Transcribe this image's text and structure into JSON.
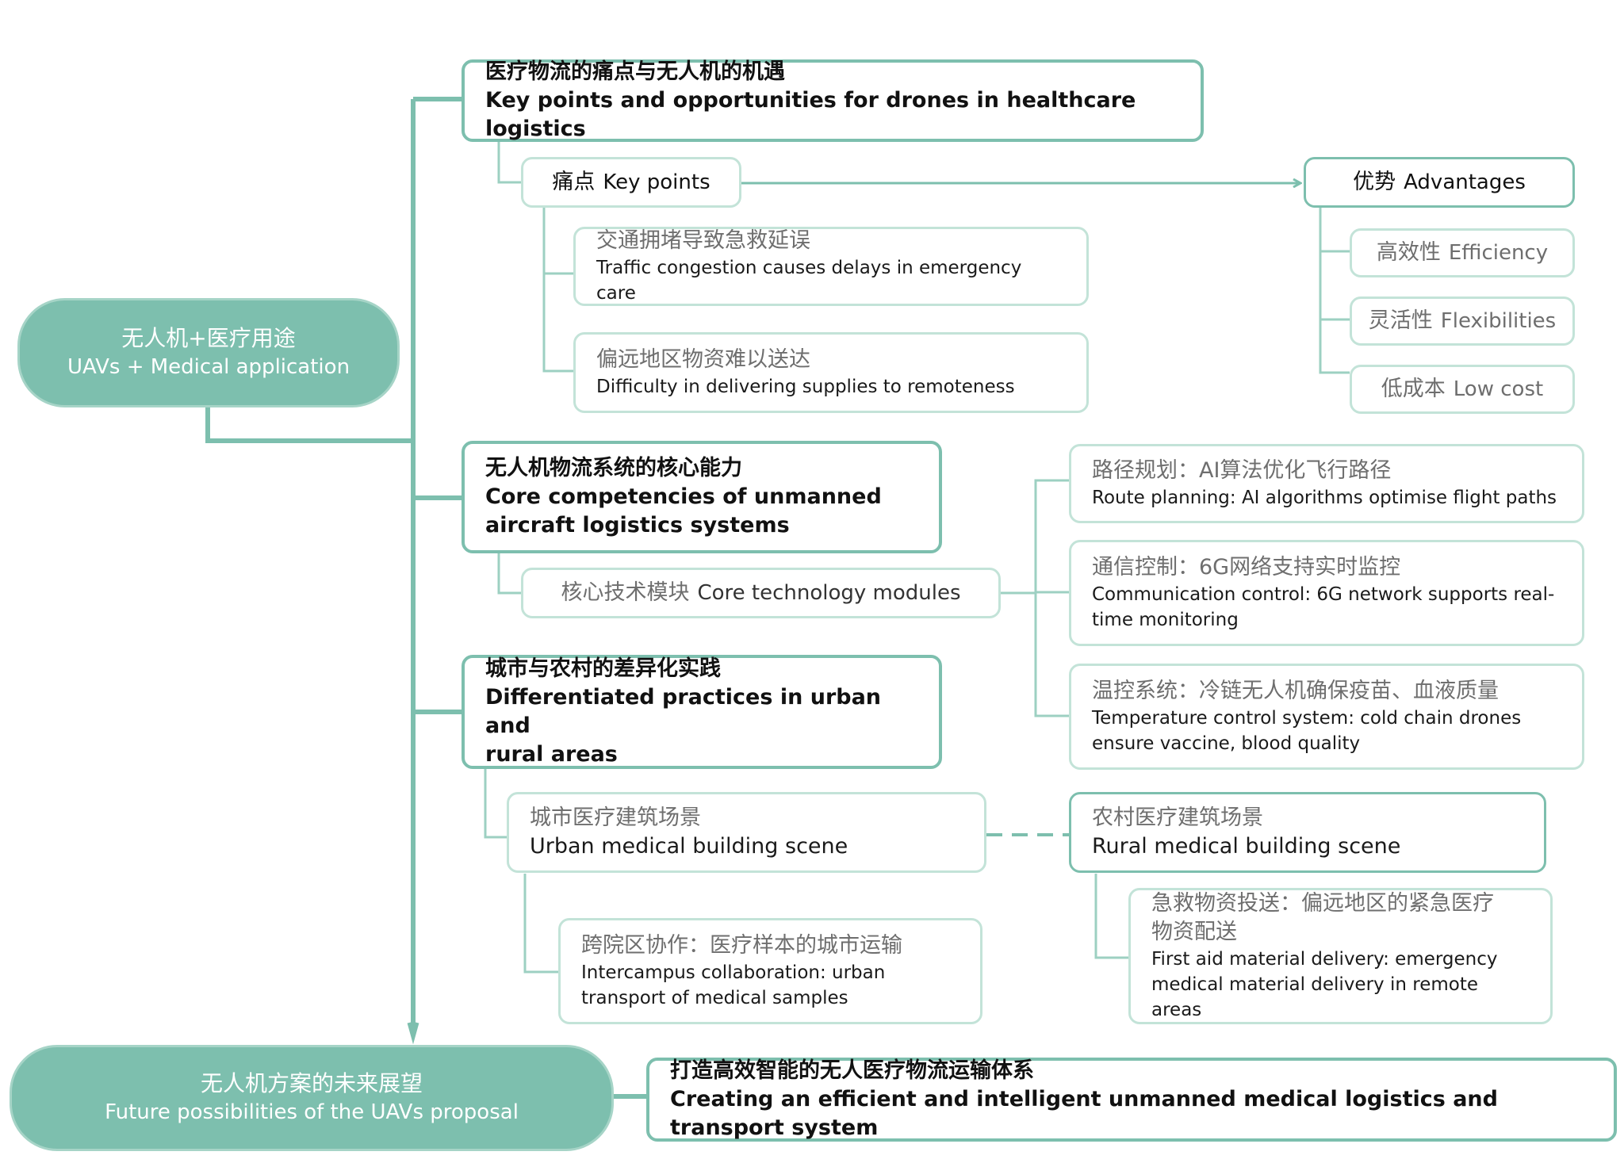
{
  "root": {
    "zh": "无人机+医疗用途",
    "en": "UAVs + Medical application"
  },
  "future": {
    "zh": "无人机方案的未来展望",
    "en": "Future possibilities of the UAVs proposal"
  },
  "section1": {
    "zh": "医疗物流的痛点与无人机的机遇",
    "en": "Key points and opportunities for drones in healthcare logistics",
    "key_points": {
      "zh": "痛点",
      "en": "Key points",
      "items": [
        {
          "zh": "交通拥堵导致急救延误",
          "en": "Traffic congestion causes delays in emergency care"
        },
        {
          "zh": "偏远地区物资难以送达",
          "en": "Difficulty in delivering supplies to remoteness"
        }
      ]
    },
    "advantages": {
      "zh": "优势",
      "en": "Advantages",
      "items": [
        {
          "zh": "高效性",
          "en": "Efficiency"
        },
        {
          "zh": "灵活性",
          "en": "Flexibilities"
        },
        {
          "zh": "低成本",
          "en": "Low cost"
        }
      ]
    }
  },
  "section2": {
    "zh": "无人机物流系统的核心能力",
    "en1": "Core competencies of unmanned",
    "en2": "aircraft logistics systems",
    "module": {
      "zh": "核心技术模块",
      "en": "Core technology modules"
    },
    "details": [
      {
        "zh": "路径规划：AI算法优化飞行路径",
        "en": [
          "Route planning: AI algorithms optimise flight paths"
        ]
      },
      {
        "zh": "通信控制：6G网络支持实时监控",
        "en": [
          "Communication control: 6G network supports real-",
          "time monitoring"
        ]
      },
      {
        "zh": "温控系统：冷链无人机确保疫苗、血液质量",
        "en": [
          "Temperature control system: cold chain drones",
          "ensure vaccine, blood quality"
        ]
      }
    ]
  },
  "section3": {
    "zh": "城市与农村的差异化实践",
    "en1": "Differentiated practices in urban and",
    "en2": "rural areas",
    "urban": {
      "zh": "城市医疗建筑场景",
      "en": "Urban medical building scene",
      "detail": {
        "zh": "跨院区协作：医疗样本的城市运输",
        "en1": "Intercampus collaboration: urban",
        "en2": "transport of medical samples"
      }
    },
    "rural": {
      "zh": "农村医疗建筑场景",
      "en": "Rural medical building scene",
      "detail": {
        "zh1": "急救物资投送：偏远地区的紧急医疗",
        "zh2": "物资配送",
        "en1": "First aid material delivery: emergency",
        "en2": "medical material delivery in remote areas"
      }
    }
  },
  "conclusion": {
    "zh": "打造高效智能的无人医疗物流运输体系",
    "en": "Creating an efficient and intelligent unmanned medical logistics and transport system"
  },
  "colors": {
    "teal": "#7dbfae",
    "light_teal": "#c3e3d8",
    "pill_fill": "#7dbfae"
  }
}
